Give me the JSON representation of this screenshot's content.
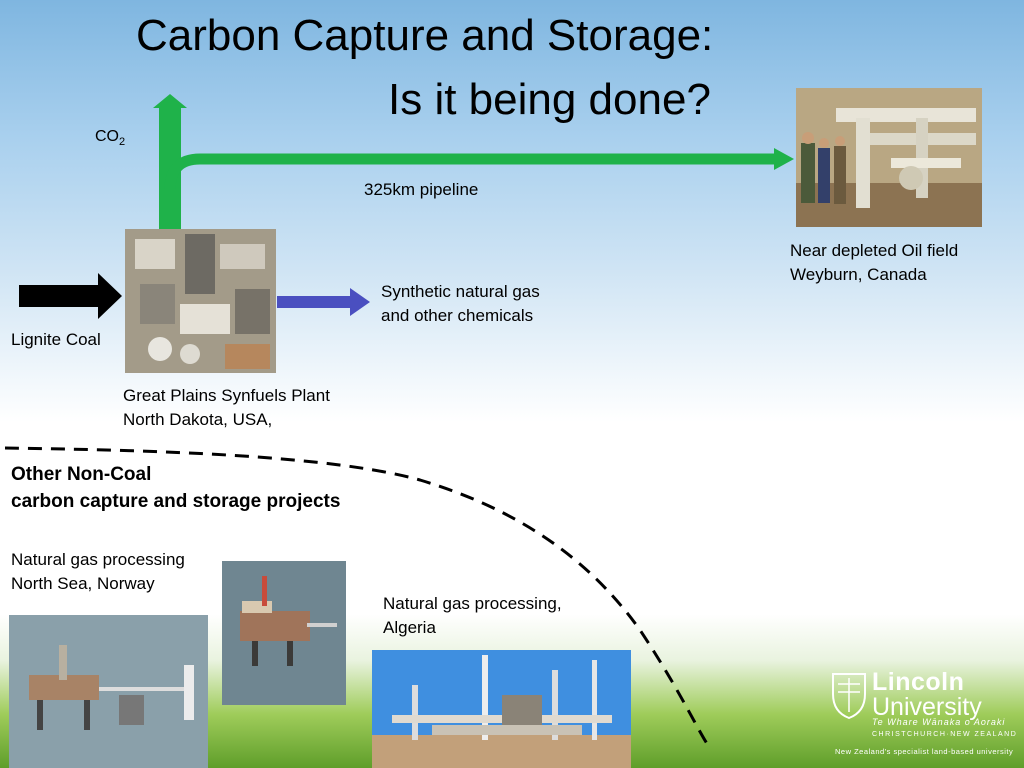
{
  "title": {
    "line1": "Carbon Capture and Storage:",
    "line2": "Is it being done?"
  },
  "co2": {
    "base": "CO",
    "sub": "2"
  },
  "pipeline_label": "325km pipeline",
  "oilfield": {
    "line1": "Near depleted Oil field",
    "line2": "Weyburn, Canada"
  },
  "synthetic": {
    "line1": "Synthetic natural gas",
    "line2": "and other chemicals"
  },
  "coal_label": "Lignite Coal",
  "plant": {
    "line1": "Great Plains Synfuels Plant",
    "line2": "North Dakota, USA,"
  },
  "other": {
    "line1": "Other Non-Coal",
    "line2": "carbon capture and storage projects"
  },
  "norway": {
    "line1": "Natural gas processing",
    "line2": "North Sea, Norway"
  },
  "algeria": {
    "line1": "Natural gas processing,",
    "line2": "Algeria"
  },
  "logo": {
    "name1": "Lincoln",
    "name2": "University",
    "motto": "Te Whare Wānaka o Aoraki",
    "location": "CHRISTCHURCH·NEW ZEALAND",
    "tagline": "New Zealand's specialist land-based university"
  },
  "colors": {
    "pipeline_green": "#1fb24a",
    "product_arrow": "#4a4fc0",
    "coal_arrow": "#000000"
  },
  "icons": [
    "pipeline-arrow",
    "coal-arrow",
    "product-arrow",
    "dashed-divider",
    "university-crest-icon"
  ]
}
